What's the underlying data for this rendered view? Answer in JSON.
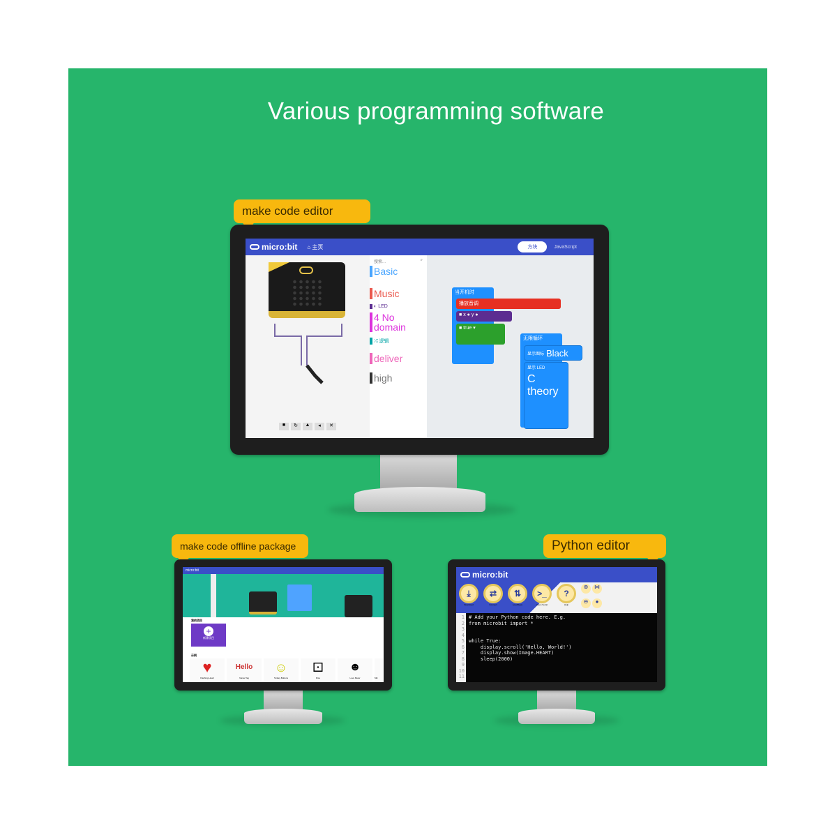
{
  "title": "Various programming software",
  "colors": {
    "background": "#26b56b",
    "callout": "#f8b80e",
    "makecode_bar": "#3a4fc8"
  },
  "main_monitor": {
    "callout": "make code editor",
    "brand": "micro:bit",
    "home_label": "主页",
    "blocks_toggle": "方块",
    "js_toggle": "JavaScript",
    "search_placeholder": "搜索...",
    "categories": [
      {
        "label": "Basic",
        "color": "#1e90ff"
      },
      {
        "label": "Music",
        "color": "#e63022"
      },
      {
        "label": "LED",
        "color": "#5c2d91"
      },
      {
        "label": "4 No domain",
        "color": "#d400d4"
      },
      {
        "label": "逻辑",
        "color": "#00a4a6"
      },
      {
        "label": "deliver",
        "color": "#e3008c"
      },
      {
        "label": "high",
        "color": "#333333"
      }
    ],
    "blocks": {
      "on_start": "当开机时",
      "play": "播放音调",
      "x_label": "x",
      "y_label": "y",
      "true_value": "true",
      "forever": "无限循环",
      "show_icon": "显示图标",
      "show_icon_value": "Black",
      "show_leds": "显示 LED",
      "leds_text": "C theory"
    },
    "sim_buttons": [
      "stop-icon",
      "restart-icon",
      "slowmo-icon",
      "sound-icon",
      "fullscreen-icon"
    ]
  },
  "offline_monitor": {
    "callout": "make code offline package",
    "brand": "micro:bit",
    "section_label": "我的项目",
    "new_project": "新建项目",
    "examples_label": "示例",
    "examples": [
      "Flashing Heart",
      "Name Tag",
      "Smiley Buttons",
      "Dice",
      "Love Meter",
      "Mic"
    ]
  },
  "python_monitor": {
    "callout": "Python editor",
    "brand": "micro:bit",
    "toolbar": [
      {
        "icon": "download-icon",
        "glyph": "⤓",
        "label": "Download"
      },
      {
        "icon": "connect-icon",
        "glyph": "⇄",
        "label": "Connect"
      },
      {
        "icon": "load-save-icon",
        "glyph": "⇅",
        "label": "Load/Save"
      },
      {
        "icon": "serial-icon",
        "glyph": ">_",
        "label": "Open Serial"
      },
      {
        "icon": "help-icon",
        "glyph": "?",
        "label": "Help"
      }
    ],
    "line_numbers": "1\n2\n3\n4\n5\n6\n7\n8\n9\n10\n11",
    "code": "# Add your Python code here. E.g.\nfrom microbit import *\n\n\nwhile True:\n    display.scroll('Hello, World!')\n    display.show(Image.HEART)\n    sleep(2000)"
  }
}
